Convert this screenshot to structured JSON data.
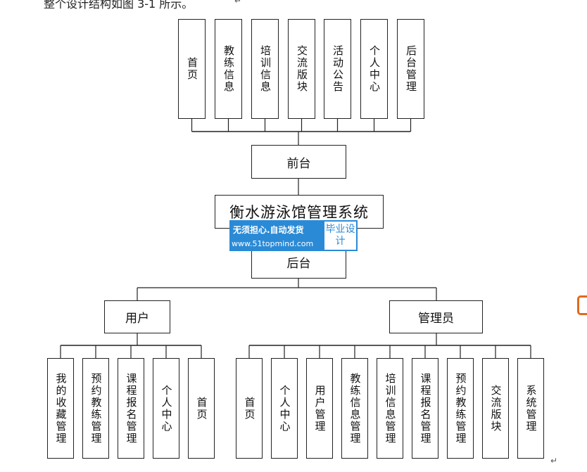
{
  "intro_text": "整个设计结构如图 3-1 所示。",
  "system_title": "衡水游泳馆管理系统",
  "front": {
    "label": "前台",
    "modules": [
      "首页",
      "教练信息",
      "培训信息",
      "交流版块",
      "活动公告",
      "个人中心",
      "后台管理"
    ]
  },
  "back": {
    "label": "后台"
  },
  "user": {
    "label": "用户",
    "modules": [
      "我的收藏管理",
      "预约教练管理",
      "课程报名管理",
      "个人中心",
      "首页"
    ]
  },
  "admin": {
    "label": "管理员",
    "modules": [
      "首页",
      "个人中心",
      "用户管理",
      "教练信息管理",
      "培训信息管理",
      "课程报名管理",
      "预约教练管理",
      "交流版块",
      "系统管理"
    ]
  },
  "watermark": {
    "line1": "无须担心.自动发货",
    "line2": "www.51topmind.com",
    "badge": "毕业设计"
  },
  "paragraph_mark": "↵"
}
